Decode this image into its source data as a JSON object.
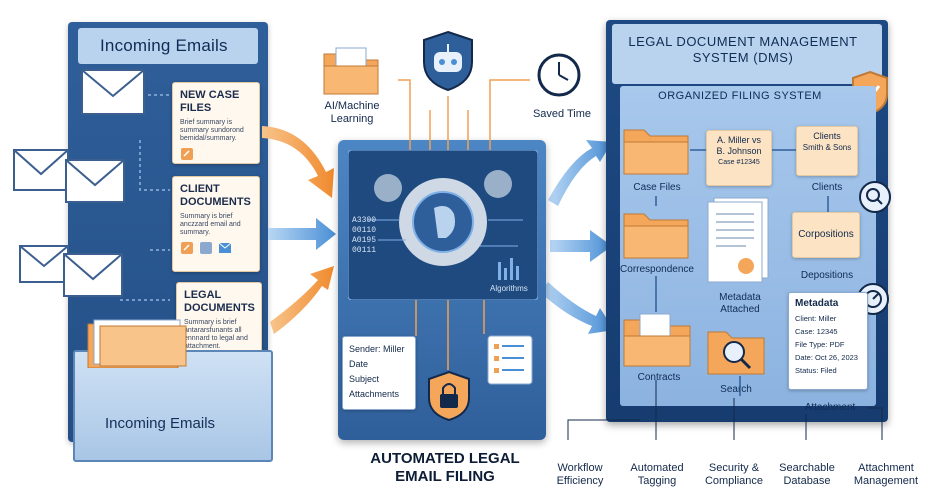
{
  "left": {
    "title": "Incoming Emails",
    "cards": [
      {
        "title": "NEW CASE FILES",
        "body": "Brief summary is summary sundorond bemidal/summary."
      },
      {
        "title": "CLIENT DOCUMENTS",
        "body": "Summary is brief anczzard email and summary."
      },
      {
        "title": "LEGAL DOCUMENTS",
        "body": "Summary is brief antararsfunants all ennnard to legal and attachment."
      }
    ],
    "inbox_label": "Incoming Emails"
  },
  "center": {
    "ai_label": "AI/Machine Learning",
    "time_label": "Saved Time",
    "code_lines": [
      "A3300",
      "00110",
      "A0195",
      "00111"
    ],
    "algorithms_label": "Algorithms",
    "meta_fields": [
      "Sender: Miller",
      "Date",
      "Subject",
      "Attachments"
    ],
    "title": "AUTOMATED LEGAL EMAIL FILING"
  },
  "right": {
    "title": "LEGAL DOCUMENT MANAGEMENT SYSTEM (DMS)",
    "subtitle": "ORGANIZED FILING SYSTEM",
    "folders": {
      "case_files": "Case Files",
      "miller_card": [
        "A. Miller vs",
        "B. Johnson",
        "Case #12345"
      ],
      "clients_card": [
        "Clients",
        "Smith & Sons"
      ],
      "clients": "Clients",
      "correspondence": "Correspondence",
      "metadata_attached": "Metadata Attached",
      "corpositions": "Corpositions",
      "depositions": "Depositions",
      "contracts": "Contracts",
      "search": "Search",
      "attachment": "Attachment"
    },
    "metadata": {
      "title": "Metadata",
      "lines": [
        "Client: Miller",
        "Case: 12345",
        "File Type: PDF",
        "Date: Oct 26, 2023",
        "Status: Filed"
      ]
    }
  },
  "bottom_features": [
    "Workflow Efficiency",
    "Automated Tagging",
    "Security & Compliance",
    "Searchable Database",
    "Attachment Management"
  ],
  "colors": {
    "panel_blue": "#2f5f9a",
    "dark_navy": "#163c70",
    "arrow_orange": "#f0a055",
    "arrow_blue": "#4a8fd6",
    "folder_orange": "#f4a65a"
  }
}
